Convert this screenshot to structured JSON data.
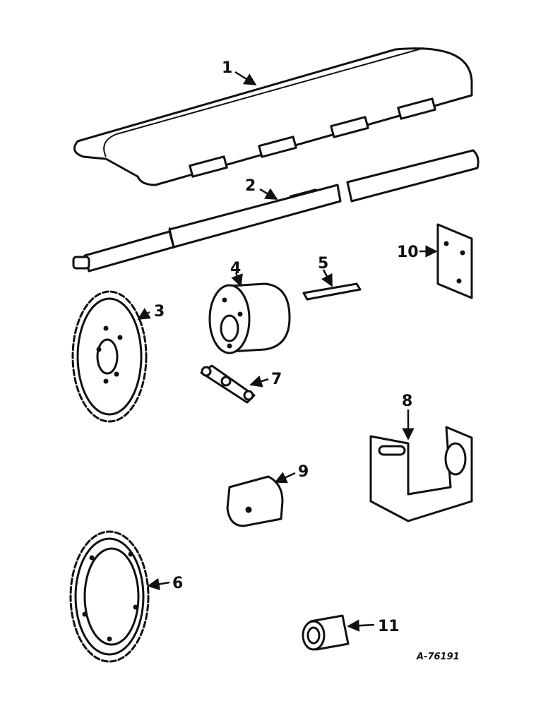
{
  "diagram": {
    "reference_code": "A-76191",
    "callouts": [
      {
        "id": "1",
        "text": "1"
      },
      {
        "id": "2",
        "text": "2"
      },
      {
        "id": "3",
        "text": "3"
      },
      {
        "id": "4",
        "text": "4"
      },
      {
        "id": "5",
        "text": "5"
      },
      {
        "id": "6",
        "text": "6"
      },
      {
        "id": "7",
        "text": "7"
      },
      {
        "id": "8",
        "text": "8"
      },
      {
        "id": "9",
        "text": "9"
      },
      {
        "id": "10",
        "text": "10"
      },
      {
        "id": "11",
        "text": "11"
      }
    ]
  }
}
